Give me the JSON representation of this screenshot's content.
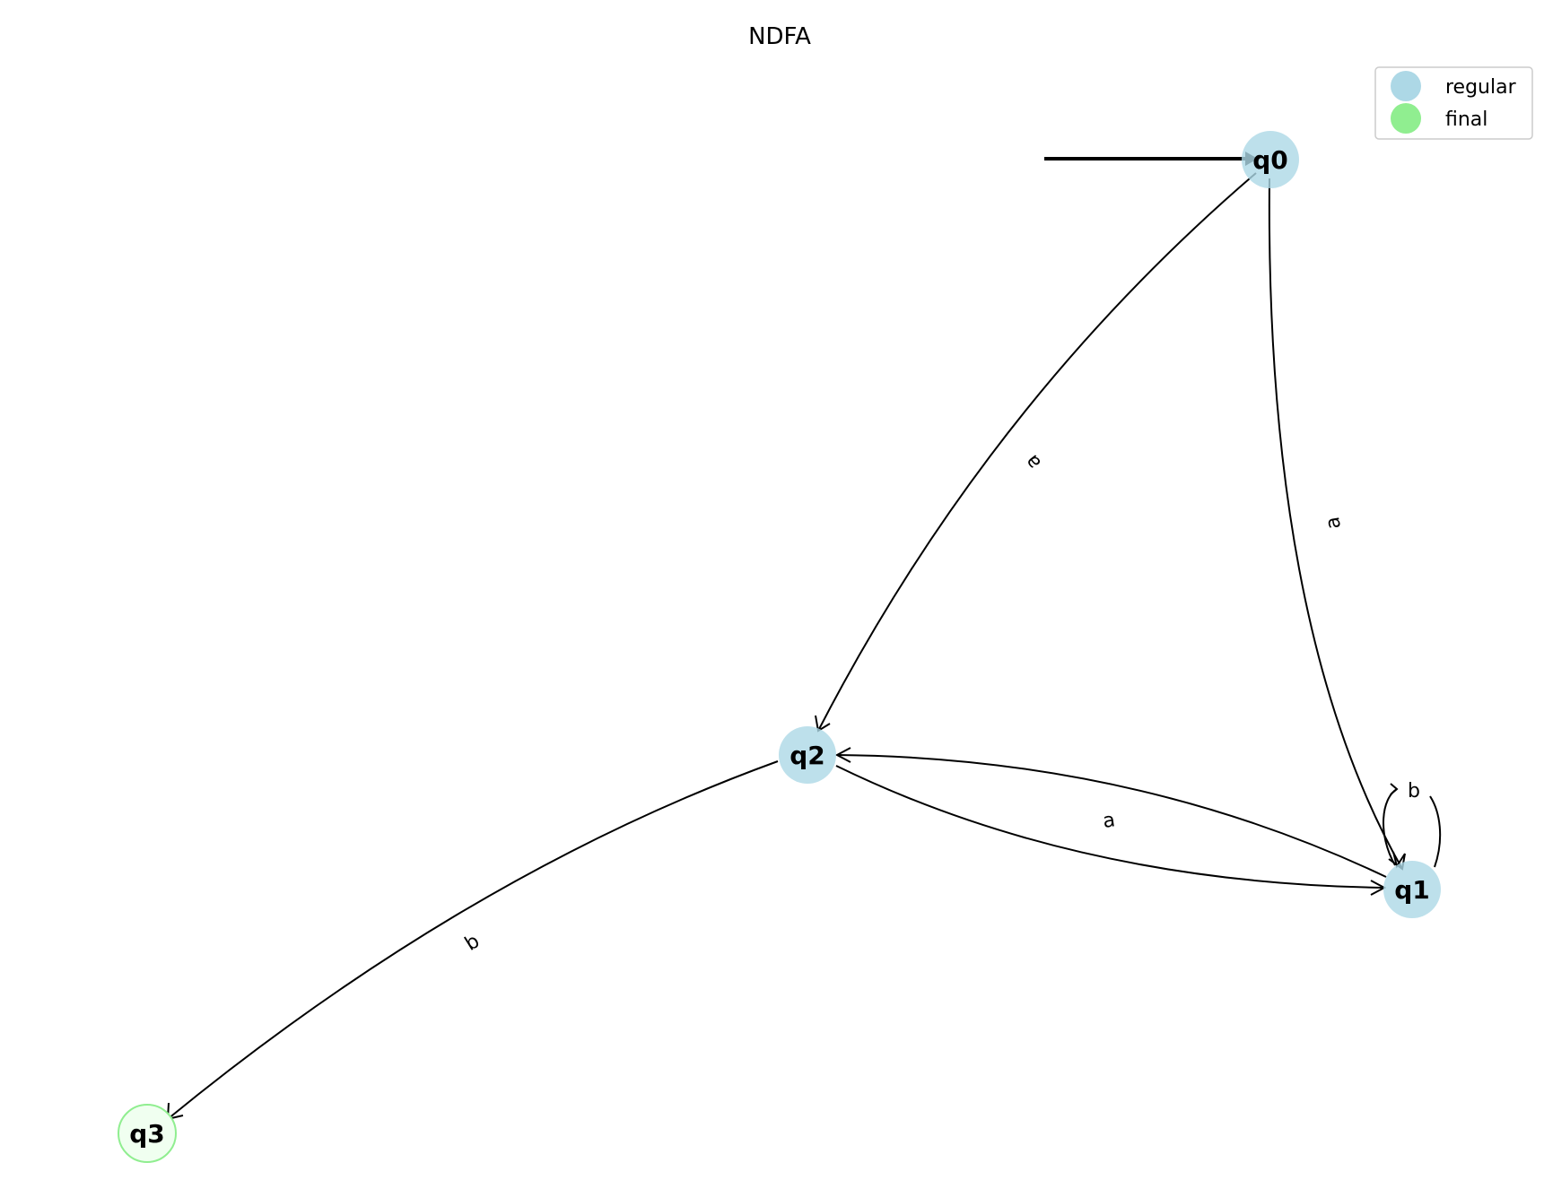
{
  "title": "NDFA",
  "legend": {
    "placement": "top-right",
    "entries": [
      {
        "label": "regular",
        "color": "#add8e6"
      },
      {
        "label": "final",
        "color": "#90ee90"
      }
    ]
  },
  "colors": {
    "regular_fill": "#add8e6",
    "final_fill": "#f0fff0",
    "final_stroke": "#90ee90",
    "edge": "#000000"
  },
  "start_state": "q0",
  "states": [
    {
      "id": "q0",
      "label": "q0",
      "kind": "regular"
    },
    {
      "id": "q1",
      "label": "q1",
      "kind": "regular"
    },
    {
      "id": "q2",
      "label": "q2",
      "kind": "regular"
    },
    {
      "id": "q3",
      "label": "q3",
      "kind": "final"
    }
  ],
  "transitions": [
    {
      "from": "q0",
      "to": "q2",
      "label": "a"
    },
    {
      "from": "q0",
      "to": "q1",
      "label": "a"
    },
    {
      "from": "q2",
      "to": "q1",
      "label": "a"
    },
    {
      "from": "q1",
      "to": "q2",
      "label": ""
    },
    {
      "from": "q1",
      "to": "q1",
      "label": "b"
    },
    {
      "from": "q2",
      "to": "q3",
      "label": "b"
    }
  ]
}
